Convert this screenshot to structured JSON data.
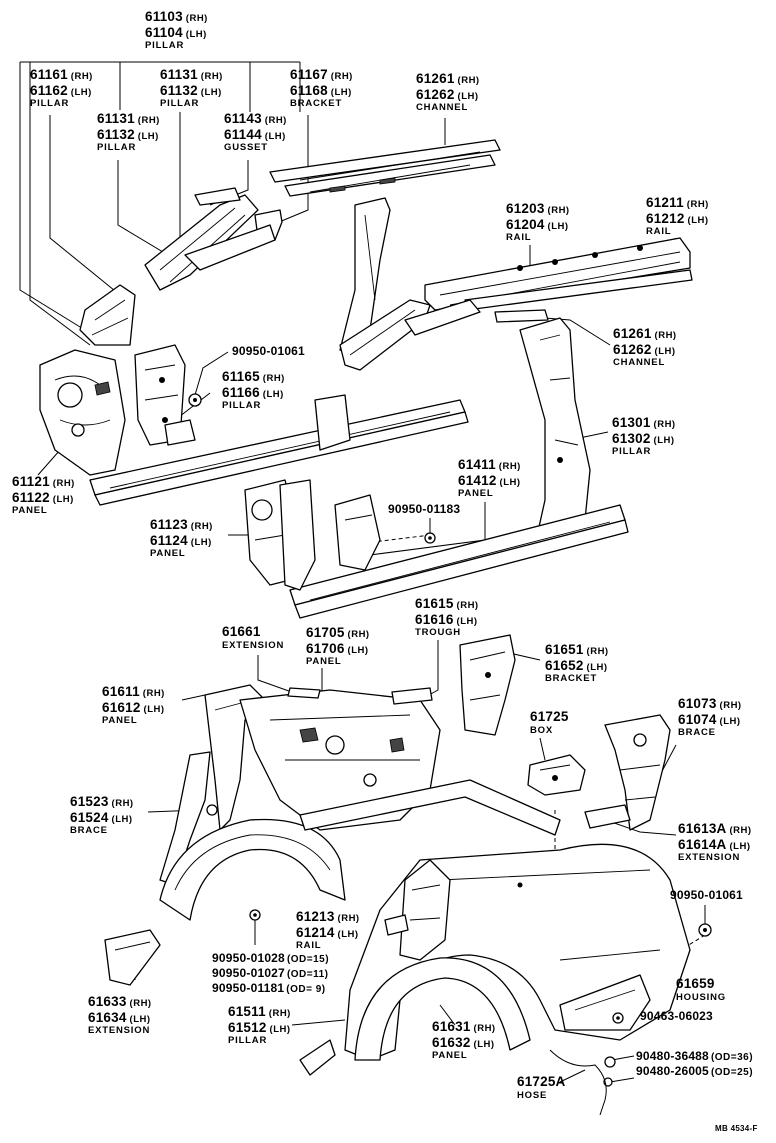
{
  "diagram": {
    "code": "MB 4534-F",
    "labels": [
      {
        "id": "61103",
        "lines": [
          {
            "num": "61103",
            "sfx": "(RH)"
          },
          {
            "num": "61104",
            "sfx": "(LH)"
          }
        ],
        "name": "PILLAR"
      },
      {
        "id": "61161",
        "lines": [
          {
            "num": "61161",
            "sfx": "(RH)"
          },
          {
            "num": "61162",
            "sfx": "(LH)"
          }
        ],
        "name": "PILLAR"
      },
      {
        "id": "61131a",
        "lines": [
          {
            "num": "61131",
            "sfx": "(RH)"
          },
          {
            "num": "61132",
            "sfx": "(LH)"
          }
        ],
        "name": "PILLAR"
      },
      {
        "id": "61167",
        "lines": [
          {
            "num": "61167",
            "sfx": "(RH)"
          },
          {
            "num": "61168",
            "sfx": "(LH)"
          }
        ],
        "name": "BRACKET"
      },
      {
        "id": "61261a",
        "lines": [
          {
            "num": "61261",
            "sfx": "(RH)"
          },
          {
            "num": "61262",
            "sfx": "(LH)"
          }
        ],
        "name": "CHANNEL"
      },
      {
        "id": "61131b",
        "lines": [
          {
            "num": "61131",
            "sfx": "(RH)"
          },
          {
            "num": "61132",
            "sfx": "(LH)"
          }
        ],
        "name": "PILLAR"
      },
      {
        "id": "61143",
        "lines": [
          {
            "num": "61143",
            "sfx": "(RH)"
          },
          {
            "num": "61144",
            "sfx": "(LH)"
          }
        ],
        "name": "GUSSET"
      },
      {
        "id": "61203",
        "lines": [
          {
            "num": "61203",
            "sfx": "(RH)"
          },
          {
            "num": "61204",
            "sfx": "(LH)"
          }
        ],
        "name": "RAIL"
      },
      {
        "id": "61211",
        "lines": [
          {
            "num": "61211",
            "sfx": "(RH)"
          },
          {
            "num": "61212",
            "sfx": "(LH)"
          }
        ],
        "name": "RAIL"
      },
      {
        "id": "90950-01061a",
        "lines": [
          {
            "num": "90950-01061",
            "sfx": ""
          }
        ],
        "name": ""
      },
      {
        "id": "61261b",
        "lines": [
          {
            "num": "61261",
            "sfx": "(RH)"
          },
          {
            "num": "61262",
            "sfx": "(LH)"
          }
        ],
        "name": "CHANNEL"
      },
      {
        "id": "61165",
        "lines": [
          {
            "num": "61165",
            "sfx": "(RH)"
          },
          {
            "num": "61166",
            "sfx": "(LH)"
          }
        ],
        "name": "PILLAR"
      },
      {
        "id": "61301",
        "lines": [
          {
            "num": "61301",
            "sfx": "(RH)"
          },
          {
            "num": "61302",
            "sfx": "(LH)"
          }
        ],
        "name": "PILLAR"
      },
      {
        "id": "61411",
        "lines": [
          {
            "num": "61411",
            "sfx": "(RH)"
          },
          {
            "num": "61412",
            "sfx": "(LH)"
          }
        ],
        "name": "PANEL"
      },
      {
        "id": "61121",
        "lines": [
          {
            "num": "61121",
            "sfx": "(RH)"
          },
          {
            "num": "61122",
            "sfx": "(LH)"
          }
        ],
        "name": "PANEL"
      },
      {
        "id": "90950-01183",
        "lines": [
          {
            "num": "90950-01183",
            "sfx": ""
          }
        ],
        "name": ""
      },
      {
        "id": "61123",
        "lines": [
          {
            "num": "61123",
            "sfx": "(RH)"
          },
          {
            "num": "61124",
            "sfx": "(LH)"
          }
        ],
        "name": "PANEL"
      },
      {
        "id": "61615",
        "lines": [
          {
            "num": "61615",
            "sfx": "(RH)"
          },
          {
            "num": "61616",
            "sfx": "(LH)"
          }
        ],
        "name": "TROUGH"
      },
      {
        "id": "61661",
        "lines": [
          {
            "num": "61661",
            "sfx": ""
          }
        ],
        "name": "EXTENSION"
      },
      {
        "id": "61705",
        "lines": [
          {
            "num": "61705",
            "sfx": "(RH)"
          },
          {
            "num": "61706",
            "sfx": "(LH)"
          }
        ],
        "name": "PANEL"
      },
      {
        "id": "61651",
        "lines": [
          {
            "num": "61651",
            "sfx": "(RH)"
          },
          {
            "num": "61652",
            "sfx": "(LH)"
          }
        ],
        "name": "BRACKET"
      },
      {
        "id": "61611",
        "lines": [
          {
            "num": "61611",
            "sfx": "(RH)"
          },
          {
            "num": "61612",
            "sfx": "(LH)"
          }
        ],
        "name": "PANEL"
      },
      {
        "id": "61725",
        "lines": [
          {
            "num": "61725",
            "sfx": ""
          }
        ],
        "name": "BOX"
      },
      {
        "id": "61073",
        "lines": [
          {
            "num": "61073",
            "sfx": "(RH)"
          },
          {
            "num": "61074",
            "sfx": "(LH)"
          }
        ],
        "name": "BRACE"
      },
      {
        "id": "61523",
        "lines": [
          {
            "num": "61523",
            "sfx": "(RH)"
          },
          {
            "num": "61524",
            "sfx": "(LH)"
          }
        ],
        "name": "BRACE"
      },
      {
        "id": "61613A",
        "lines": [
          {
            "num": "61613A",
            "sfx": "(RH)"
          },
          {
            "num": "61614A",
            "sfx": "(LH)"
          }
        ],
        "name": "EXTENSION"
      },
      {
        "id": "90950-01061b",
        "lines": [
          {
            "num": "90950-01061",
            "sfx": ""
          }
        ],
        "name": ""
      },
      {
        "id": "61213",
        "lines": [
          {
            "num": "61213",
            "sfx": "(RH)"
          },
          {
            "num": "61214",
            "sfx": "(LH)"
          }
        ],
        "name": "RAIL"
      },
      {
        "id": "90950-01028",
        "lines": [
          {
            "num": "90950-01028",
            "sfx": "(OD=15)"
          },
          {
            "num": "90950-01027",
            "sfx": "(OD=11)"
          },
          {
            "num": "90950-01181",
            "sfx": "(OD= 9)"
          }
        ],
        "name": ""
      },
      {
        "id": "61633",
        "lines": [
          {
            "num": "61633",
            "sfx": "(RH)"
          },
          {
            "num": "61634",
            "sfx": "(LH)"
          }
        ],
        "name": "EXTENSION"
      },
      {
        "id": "61659",
        "lines": [
          {
            "num": "61659",
            "sfx": ""
          }
        ],
        "name": "HOUSING"
      },
      {
        "id": "61511",
        "lines": [
          {
            "num": "61511",
            "sfx": "(RH)"
          },
          {
            "num": "61512",
            "sfx": "(LH)"
          }
        ],
        "name": "PILLAR"
      },
      {
        "id": "90463-06023",
        "lines": [
          {
            "num": "90463-06023",
            "sfx": ""
          }
        ],
        "name": ""
      },
      {
        "id": "61631",
        "lines": [
          {
            "num": "61631",
            "sfx": "(RH)"
          },
          {
            "num": "61632",
            "sfx": "(LH)"
          }
        ],
        "name": "PANEL"
      },
      {
        "id": "90480-36488",
        "lines": [
          {
            "num": "90480-36488",
            "sfx": "(OD=36)"
          },
          {
            "num": "90480-26005",
            "sfx": "(OD=25)"
          }
        ],
        "name": ""
      },
      {
        "id": "61725A",
        "lines": [
          {
            "num": "61725A",
            "sfx": ""
          }
        ],
        "name": "HOSE"
      }
    ]
  }
}
